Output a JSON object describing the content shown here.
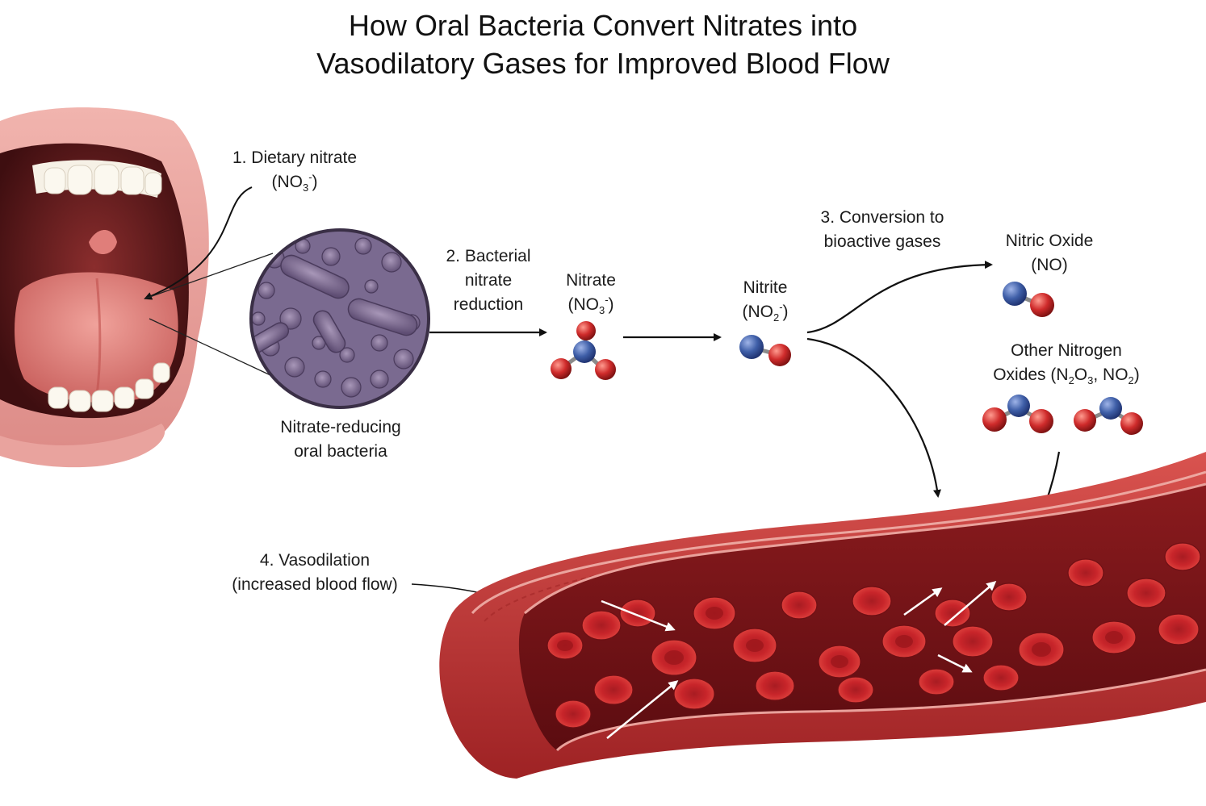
{
  "title": {
    "line1": "How Oral Bacteria Convert Nitrates into",
    "line2": "Vasodilatory Gases for Improved Blood Flow"
  },
  "steps": {
    "step1": {
      "label": "1. Dietary nitrate",
      "formula": "NO",
      "sub": "3",
      "charge": "-"
    },
    "step2": {
      "line1": "2. Bacterial",
      "line2": "nitrate",
      "line3": "reduction"
    },
    "step3": {
      "line1": "3. Conversion to",
      "line2": "bioactive gases"
    },
    "step4": {
      "line1": "4. Vasodilation",
      "line2": "(increased blood flow)"
    }
  },
  "bacteria_label": {
    "line1": "Nitrate-reducing",
    "line2": "oral bacteria"
  },
  "molecules": {
    "nitrate": {
      "name": "Nitrate",
      "formula": "NO",
      "sub": "3",
      "charge": "-"
    },
    "nitrite": {
      "name": "Nitrite",
      "formula": "NO",
      "sub": "2",
      "charge": "-"
    },
    "nitric_oxide": {
      "name": "Nitric Oxide",
      "formula": "(NO)"
    },
    "other_oxides": {
      "line1": "Other Nitrogen",
      "prefix": "Oxides (N",
      "sub1": "2",
      "mid1": "O",
      "sub2": "3",
      "mid2": ", NO",
      "sub3": "2",
      "suffix": ")"
    }
  },
  "colors": {
    "nitrogen_atom": "#3f5fa8",
    "oxygen_atom": "#cf2b2b",
    "vessel_wall": "#c23a38",
    "blood_cell": "#c8252a",
    "bacteria": "#8a789e",
    "lips": "#e49a96"
  }
}
